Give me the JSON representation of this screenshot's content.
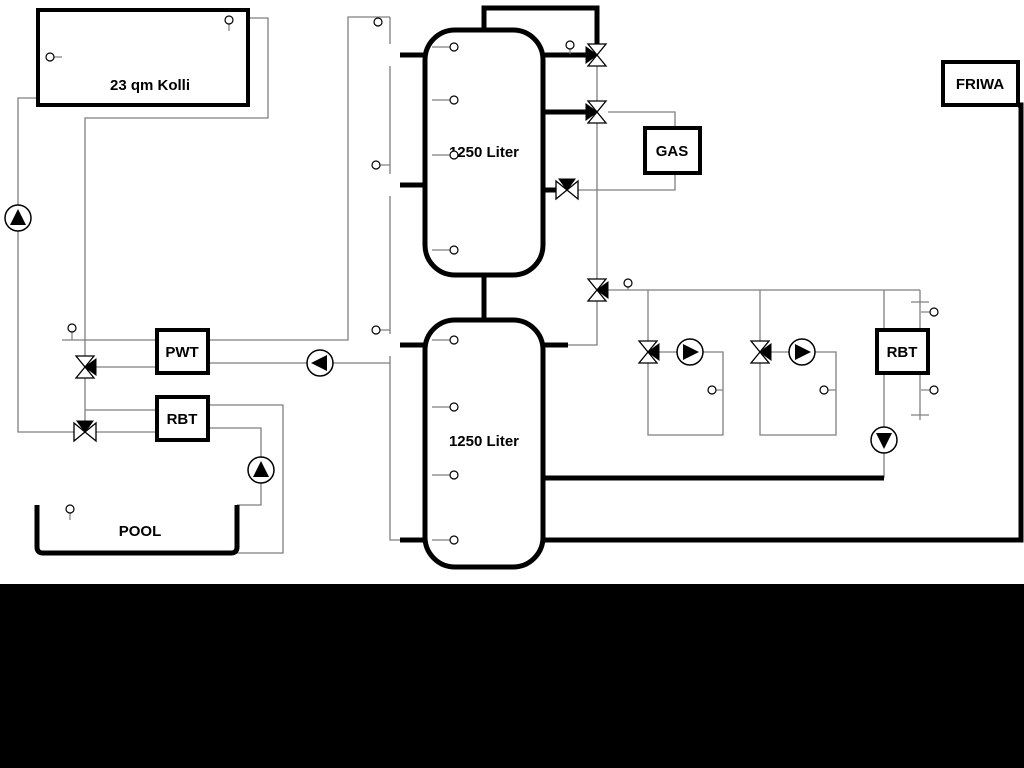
{
  "colors": {
    "background": "#ffffff",
    "pipe": "#7f7f7f",
    "line": "#000000",
    "mask": "#000000"
  },
  "components": {
    "collector": {
      "label": "23 qm Kolli"
    },
    "tank_top": {
      "label": "1250 Liter"
    },
    "tank_bottom": {
      "label": "1250 Liter"
    },
    "heat_exchanger_pwt": {
      "label": "PWT"
    },
    "heat_exchanger_rbt_left": {
      "label": "RBT"
    },
    "heat_exchanger_rbt_right": {
      "label": "RBT"
    },
    "boiler_gas": {
      "label": "GAS"
    },
    "fresh_water_friwa": {
      "label": "FRIWA"
    },
    "pool": {
      "label": "POOL"
    }
  },
  "icons": {
    "pump": "circle with black flow triangle",
    "three_way_valve": "hourglass with black side port triangle",
    "temperature_sensor": "small circle with stem"
  }
}
